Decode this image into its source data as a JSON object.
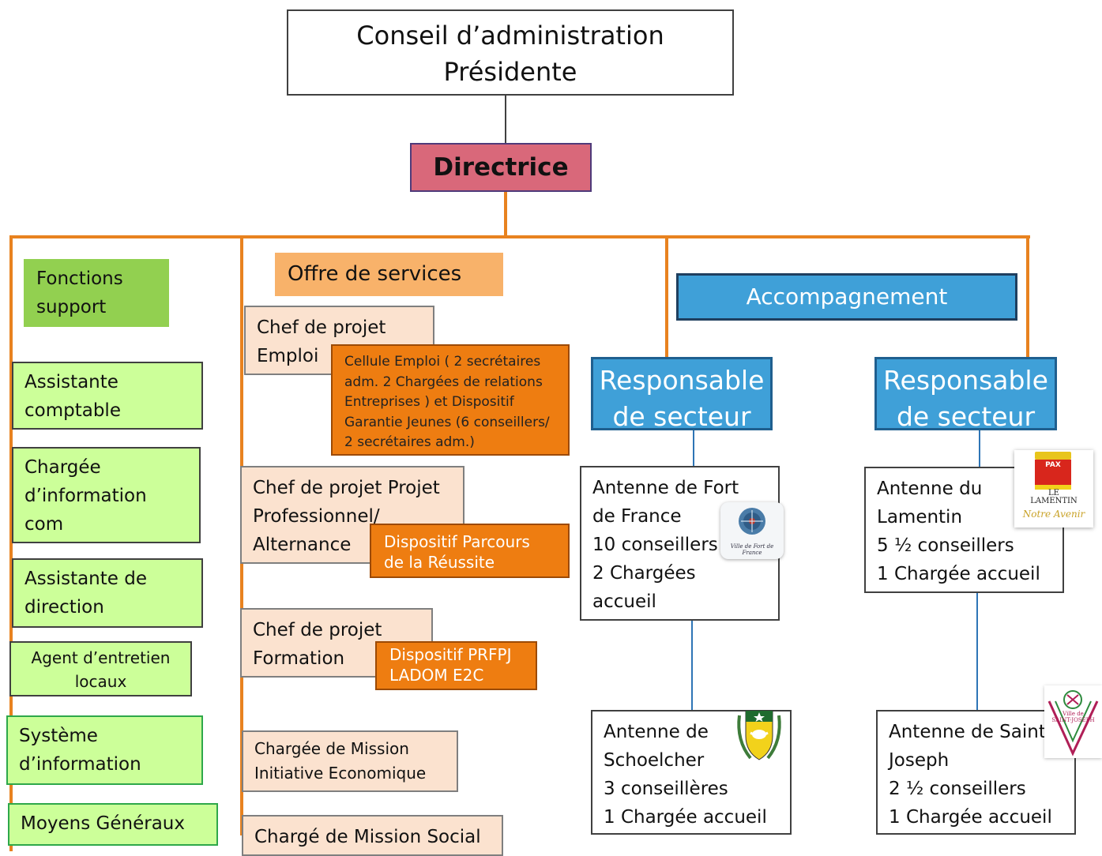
{
  "board": {
    "line1": "Conseil d’administration",
    "line2": "Présidente"
  },
  "director": {
    "label": "Directrice"
  },
  "support": {
    "header": "Fonctions\nsupport",
    "items": [
      "Assistante\ncomptable",
      "Chargée\nd’information\ncom",
      "Assistante de\ndirection",
      "Agent d’entretien\nlocaux",
      "Système\nd’information",
      "Moyens Généraux"
    ]
  },
  "services": {
    "header": "Offre de services",
    "chef_emploi": "Chef de projet\nEmploi",
    "cellule_emploi": "Cellule Emploi  ( 2 secrétaires adm. 2 Chargées de relations Entreprises ) et Dispositif Garantie Jeunes (6 conseillers/ 2 secrétaires adm.)",
    "chef_projet_pro": "Chef de projet Projet\nProfessionnel/\nAlternance",
    "parcours": "Dispositif Parcours\nde la Réussite",
    "chef_formation": "Chef de projet\nFormation",
    "prfpj": "Dispositif PRFPJ\nLADOM E2C",
    "mission_eco": "Chargée de Mission\nInitiative Economique",
    "mission_social": "Chargé de Mission Social"
  },
  "accompagnement": {
    "header": "Accompagnement",
    "sector_left": "Responsable\nde secteur",
    "sector_right": "Responsable\nde secteur",
    "fort_de_france": "Antenne de Fort\nde France\n10 conseillers\n2 Chargées\naccueil",
    "schoelcher": "Antenne de\nSchoelcher\n3 conseillères\n1 Chargée accueil",
    "lamentin": "Antenne du\nLamentin\n5 ½  conseillers\n1 Chargée accueil",
    "saint_joseph": "Antenne de Saint\nJoseph\n2 ½  conseillers\n1 Chargée accueil"
  },
  "logos": {
    "fort_de_france": "Ville de Fort de France",
    "lamentin_top": "PAX",
    "lamentin_main": "LE\nLAMENTIN",
    "lamentin_sub": "Notre Avenir",
    "saint_joseph": "Ville de\nSAINT-JOSEPH"
  },
  "colors": {
    "connector_orange": "#E8821F",
    "connector_blue": "#2E75B6",
    "director": "#D9687A",
    "support_header": "#92D050",
    "services_header": "#F8B26A",
    "accompagnement": "#3FA0D8"
  }
}
